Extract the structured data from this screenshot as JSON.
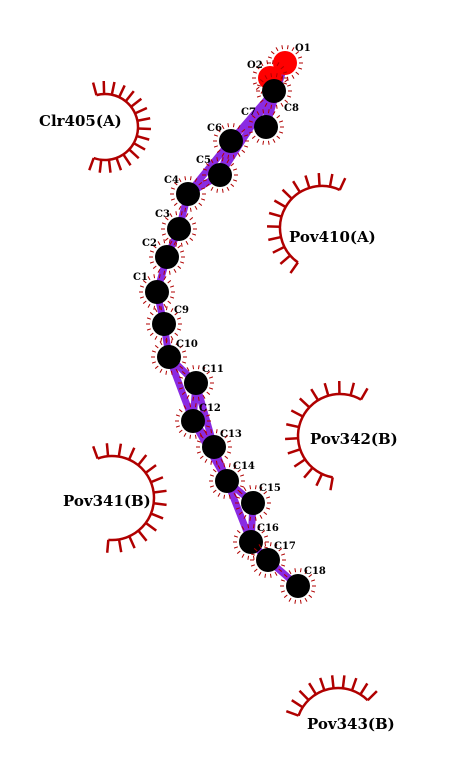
{
  "diagram": {
    "type": "ligand-interaction-plot",
    "colors": {
      "bond": "#8a2be2",
      "carbon": "#000000",
      "oxygen": "#ff0000",
      "contact": "#b00000",
      "background": "#ffffff"
    },
    "atoms": [
      {
        "id": "O1",
        "label": "O1",
        "element": "O"
      },
      {
        "id": "O2",
        "label": "O2",
        "element": "O"
      },
      {
        "id": "C8",
        "label": "C8",
        "element": "C"
      },
      {
        "id": "C7",
        "label": "C7",
        "element": "C"
      },
      {
        "id": "C6",
        "label": "C6",
        "element": "C"
      },
      {
        "id": "C5",
        "label": "C5",
        "element": "C"
      },
      {
        "id": "C4",
        "label": "C4",
        "element": "C"
      },
      {
        "id": "C3",
        "label": "C3",
        "element": "C"
      },
      {
        "id": "C2",
        "label": "C2",
        "element": "C"
      },
      {
        "id": "C1",
        "label": "C1",
        "element": "C"
      },
      {
        "id": "C9",
        "label": "C9",
        "element": "C"
      },
      {
        "id": "C10",
        "label": "C10",
        "element": "C"
      },
      {
        "id": "C11",
        "label": "C11",
        "element": "C"
      },
      {
        "id": "C12",
        "label": "C12",
        "element": "C"
      },
      {
        "id": "C13",
        "label": "C13",
        "element": "C"
      },
      {
        "id": "C14",
        "label": "C14",
        "element": "C"
      },
      {
        "id": "C15",
        "label": "C15",
        "element": "C"
      },
      {
        "id": "C16",
        "label": "C16",
        "element": "C"
      },
      {
        "id": "C17",
        "label": "C17",
        "element": "C"
      },
      {
        "id": "C18",
        "label": "C18",
        "element": "C"
      }
    ],
    "bonds": [
      [
        "O1",
        "C8"
      ],
      [
        "O2",
        "C8"
      ],
      [
        "C8",
        "C7"
      ],
      [
        "C7",
        "C6"
      ],
      [
        "C6",
        "C5"
      ],
      [
        "C5",
        "C4"
      ],
      [
        "C4",
        "C3"
      ],
      [
        "C3",
        "C2"
      ],
      [
        "C2",
        "C1"
      ],
      [
        "C1",
        "C9"
      ],
      [
        "C9",
        "C10"
      ],
      [
        "C10",
        "C11"
      ],
      [
        "C11",
        "C12"
      ],
      [
        "C12",
        "C13"
      ],
      [
        "C13",
        "C14"
      ],
      [
        "C14",
        "C15"
      ],
      [
        "C15",
        "C16"
      ],
      [
        "C16",
        "C17"
      ],
      [
        "C17",
        "C18"
      ],
      [
        "C7",
        "C5"
      ],
      [
        "C6",
        "C4"
      ],
      [
        "C10",
        "C12"
      ],
      [
        "C11",
        "C13"
      ],
      [
        "C12",
        "C14"
      ],
      [
        "C14",
        "C16"
      ]
    ],
    "residues": [
      {
        "id": "clr405a",
        "label": "Clr405(A)"
      },
      {
        "id": "pov410a",
        "label": "Pov410(A)"
      },
      {
        "id": "pov342b",
        "label": "Pov342(B)"
      },
      {
        "id": "pov341b",
        "label": "Pov341(B)"
      },
      {
        "id": "pov343b",
        "label": "Pov343(B)"
      }
    ]
  }
}
